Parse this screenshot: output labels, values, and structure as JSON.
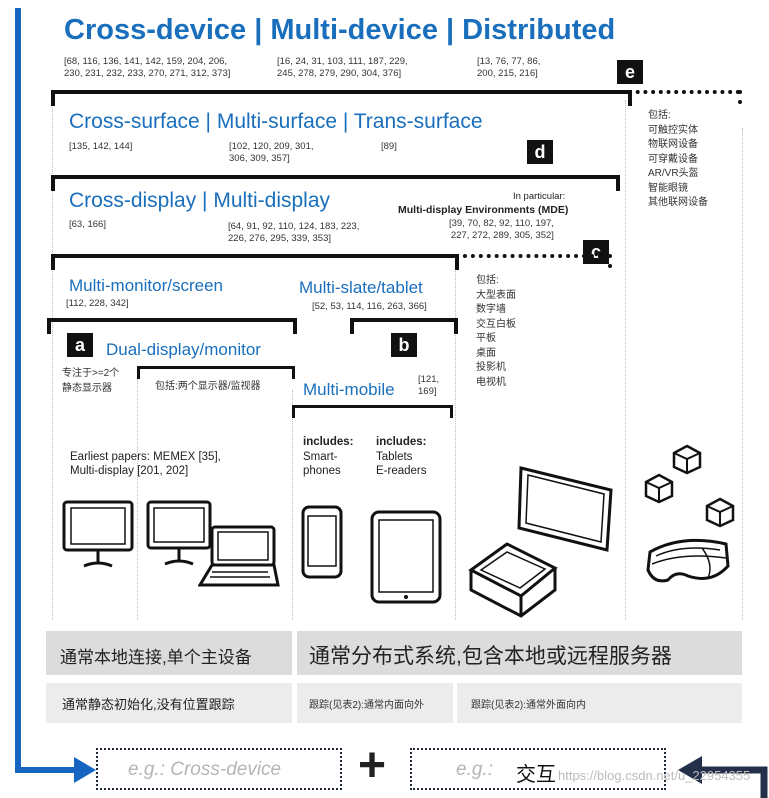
{
  "levels": {
    "e": {
      "badge": "e",
      "title": "Cross-device | Multi-device | Distributed",
      "refs": [
        "[68, 116, 136, 141, 142, 159, 204, 206,\n230, 231, 232, 233, 270, 271, 312, 373]",
        "[16, 24, 31, 103, 111, 187, 229,\n245, 278, 279, 290, 304, 376]",
        "[13, 76, 77, 86,\n200, 215, 216]"
      ],
      "includes": "包括:\n可触控实体\n物联网设备\n可穿戴设备\nAR/VR头盔\n智能眼镜\n其他联网设备"
    },
    "d": {
      "badge": "d",
      "title": "Cross-surface | Multi-surface | Trans-surface",
      "refs": [
        "[135, 142, 144]",
        "[102, 120, 209, 301,\n306, 309, 357]",
        "[89]"
      ]
    },
    "c": {
      "badge": "c",
      "title": "Cross-display | Multi-display",
      "refs": [
        "[63, 166]",
        "[64, 91, 92, 110, 124, 183, 223,\n226, 276, 295, 339, 353]"
      ],
      "mde_intro": "In particular:",
      "mde_title": "Multi-display Environments (MDE)",
      "mde_refs": "[39, 70, 82, 92, 110, 197,\n227, 272, 289, 305, 352]",
      "includes": "包括:\n大型表面\n数字墙\n交互白板\n平板\n桌面\n投影机\n电视机"
    },
    "monitor": {
      "title": "Multi-monitor/screen",
      "refs": "[112, 228, 342]"
    },
    "slate": {
      "title": "Multi-slate/tablet",
      "refs": "[52, 53, 114, 116, 263, 366]"
    },
    "a": {
      "badge": "a",
      "title": "Dual-display/monitor",
      "note_left": "专注于>=2个\n静态显示器",
      "note_right": "包括:两个显示器/监视器",
      "earliest": "Earliest papers: MEMEX [35],\nMulti-display [201, 202]"
    },
    "b": {
      "badge": "b",
      "title": "Multi-mobile",
      "refs": "[121,\n169]",
      "includes_left_head": "includes:",
      "includes_left": "Smart-\nphones",
      "includes_right_head": "includes:",
      "includes_right": "Tablets\nE-readers"
    }
  },
  "bars": {
    "row1_left": "通常本地连接,单个主设备",
    "row1_right": "通常分布式系统,包含本地或远程服务器",
    "row2_left": "通常静态初始化,没有位置跟踪",
    "row2_mid": "跟踪(见表2):通常内面向外",
    "row2_right": "跟踪(见表2):通常外面向内"
  },
  "footer": {
    "eg_left": "e.g.: Cross-device",
    "plus": "+",
    "eg_right_prefix": "e.g.:",
    "eg_right_word": "交互",
    "watermark": "https://blog.csdn.net/u_22954355"
  },
  "colors": {
    "accent": "#1a6fbd",
    "bar": "#dcdcdc",
    "arrow": "#1565c0"
  },
  "icons": [
    "monitor-icon",
    "laptop-icon",
    "smartphone-icon",
    "tablet-icon",
    "wall-display-icon",
    "tabletop-icon",
    "cube-icon",
    "vr-headset-icon"
  ]
}
